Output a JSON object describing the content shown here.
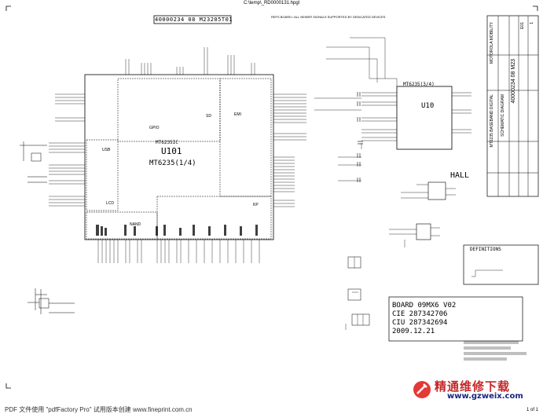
{
  "window": {
    "file_path": "C:\\temp\\_RD0000131.hpgl"
  },
  "top_block": {
    "label": "40000234 08 M23205T01"
  },
  "header_notes": {
    "top_center": "REFS BOARD / ALL NEWER SIGNALS SUPPORTED BY DEDICATED DEVICES"
  },
  "chips": {
    "u101": {
      "designator": "U101",
      "part": "MT6235(1/4)"
    },
    "u10": {
      "designator": "U10",
      "part": "MT6235(3/4)"
    }
  },
  "labels": {
    "hall": "HALL",
    "definitions": "DEFINITIONS",
    "u101_small": "MT6235IC",
    "emi": "EMI",
    "sd": "SD",
    "nand": "NAND",
    "kp": "KP",
    "lcd": "LCD",
    "usb": "USB",
    "gpio": "GPIO"
  },
  "board_info": {
    "line1": "BOARD 09MX6 V02",
    "line2": "CIE 287342706",
    "line3": "CIU 287342694",
    "line4": "2009.12.21"
  },
  "title_block": {
    "col1": "MT6235 BASEBAND DIGITAL",
    "col2": "40000234 08 M23",
    "col3": "SCHEMATIC DIAGRAM",
    "rev": "E01",
    "sheet": "1",
    "company": "MOTOROLA MOBILITY"
  },
  "footer": {
    "text": "PDF 文件使用 \"pdfFactory Pro\" 试用版本创建 www.fineprint.com.cn",
    "page": "1 of 1"
  },
  "watermark": {
    "name": "精通维修下载",
    "url": "www.gzweix.com"
  },
  "colors": {
    "watermark_red": "#c62828",
    "watermark_blue": "#1a237e"
  }
}
